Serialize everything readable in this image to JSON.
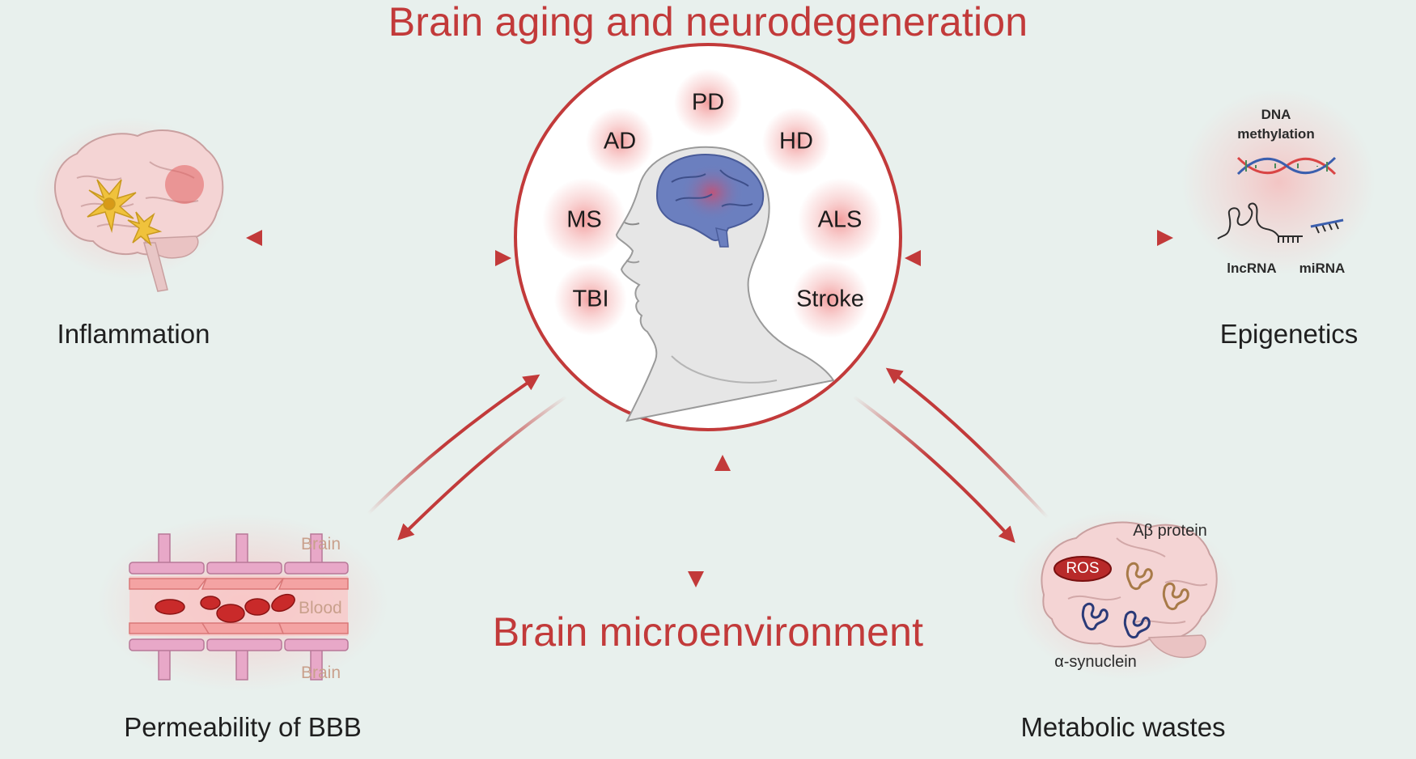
{
  "title_top": "Brain aging and neurodegeneration",
  "title_bottom": "Brain microenvironment",
  "diseases": [
    "PD",
    "AD",
    "HD",
    "MS",
    "ALS",
    "TBI",
    "Stroke"
  ],
  "factors": {
    "inflammation": "Inflammation",
    "epigenetics": "Epigenetics",
    "bbb": "Permeability of BBB",
    "wastes": "Metabolic wastes"
  },
  "epigenetics_parts": {
    "dna": "DNA methylation",
    "lncrna": "lncRNA",
    "mirna": "miRNA"
  },
  "bbb_parts": {
    "brain_top": "Brain",
    "blood": "Blood",
    "brain_bottom": "Brain"
  },
  "wastes_parts": {
    "abeta": "Aβ protein",
    "ros": "ROS",
    "synuclein": "α-synuclein"
  },
  "colors": {
    "accent": "#c23a3a",
    "background": "#e8f0ed",
    "glow": "#f2a3a3"
  }
}
